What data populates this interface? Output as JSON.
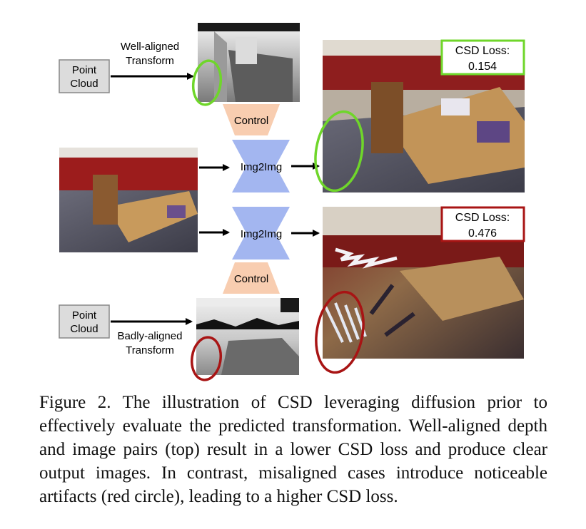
{
  "diagram": {
    "top": {
      "source_label_line1": "Point",
      "source_label_line2": "Cloud",
      "transform_label_line1": "Well-aligned",
      "transform_label_line2": "Transform",
      "control_label": "Control",
      "model_label": "Img2Img",
      "loss_label": "CSD Loss:",
      "loss_value": "0.154",
      "highlight_color": "#6fd62a"
    },
    "bottom": {
      "source_label_line1": "Point",
      "source_label_line2": "Cloud",
      "transform_label_line1": "Badly-aligned",
      "transform_label_line2": "Transform",
      "control_label": "Control",
      "model_label": "Img2Img",
      "loss_label": "CSD Loss:",
      "loss_value": "0.476",
      "highlight_color": "#a81414"
    }
  },
  "caption": "Figure 2.  The illustration of CSD leveraging diffusion prior to effectively evaluate the predicted transformation.  Well-aligned depth and image pairs (top) result in a lower CSD loss and produce clear output images. In contrast, misaligned cases introduce noticeable artifacts (red circle), leading to a higher CSD loss."
}
